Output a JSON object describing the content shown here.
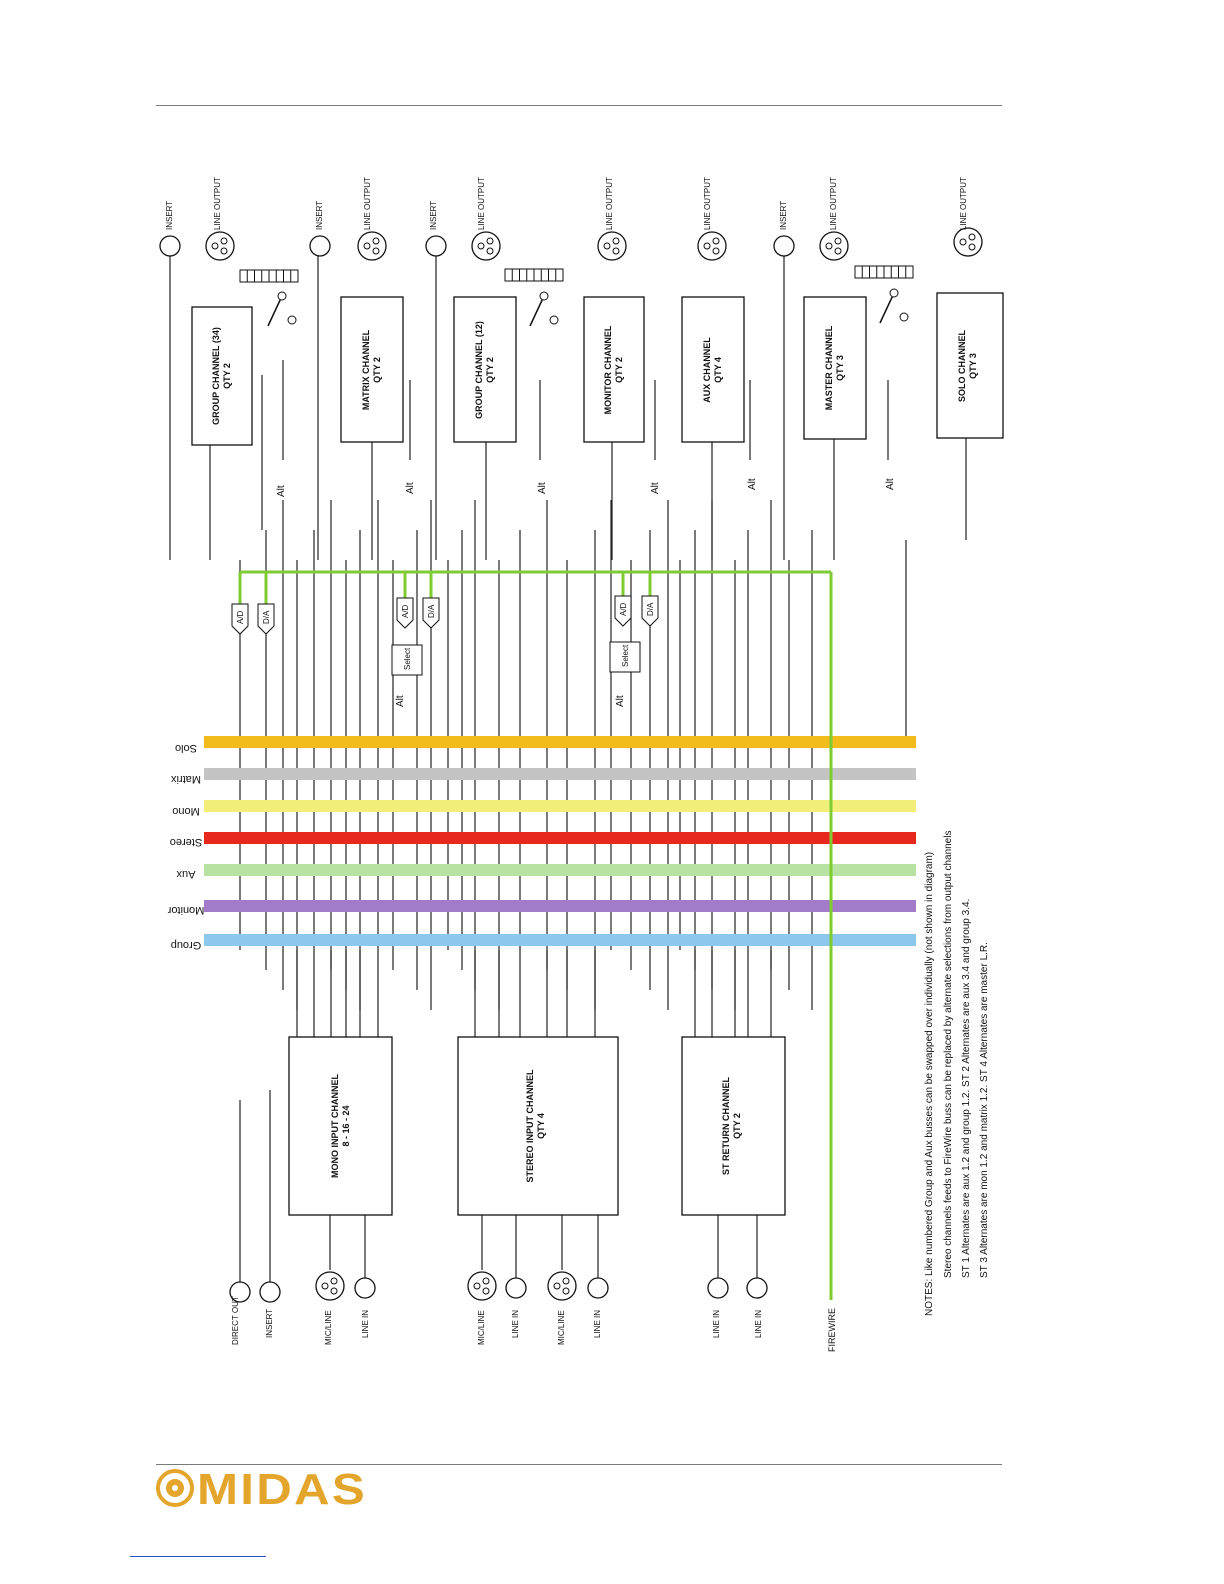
{
  "buses": [
    {
      "label": "Solo",
      "color": "#f2bd1a"
    },
    {
      "label": "Matrix",
      "color": "#c4c4c4"
    },
    {
      "label": "Mono",
      "color": "#f1ef7a"
    },
    {
      "label": "Stereo",
      "color": "#e8281e"
    },
    {
      "label": "Aux",
      "color": "#b9e3a3"
    },
    {
      "label": "Monitor",
      "color": "#a27bc9"
    },
    {
      "label": "Group",
      "color": "#8ec7ee"
    }
  ],
  "firewire_color": "#7fcc32",
  "output_channels": [
    {
      "title": "GROUP CHANNEL (34)",
      "qty": "QTY 2"
    },
    {
      "title": "MATRIX CHANNEL",
      "qty": "QTY 2"
    },
    {
      "title": "GROUP CHANNEL (12)",
      "qty": "QTY 2"
    },
    {
      "title": "MONITOR CHANNEL",
      "qty": "QTY 2"
    },
    {
      "title": "AUX CHANNEL",
      "qty": "QTY 4"
    },
    {
      "title": "MASTER CHANNEL",
      "qty": "QTY 3"
    },
    {
      "title": "SOLO CHANNEL",
      "qty": "QTY 3"
    }
  ],
  "input_channels": [
    {
      "title": "MONO INPUT CHANNEL",
      "qty": "8 - 16 - 24"
    },
    {
      "title": "STEREO INPUT CHANNEL",
      "qty": "QTY 4"
    },
    {
      "title": "ST RETURN CHANNEL",
      "qty": "QTY 2"
    }
  ],
  "labels": {
    "insert": "INSERT",
    "line_output": "LINE OUTPUT",
    "alt": "Alt",
    "ad": "A/D",
    "da": "D/A",
    "select": "Select",
    "direct_out": "DIRECT OUT",
    "mic_line": "MIC/LINE",
    "line_in": "LINE IN",
    "firewire": "FIREWIRE"
  },
  "notes": [
    "NOTES: Like numbered Group and Aux busses can be swapped over individually (not shown in diagram)",
    "Stereo channels feeds to FireWire buss can be replaced by alternate selections from output channels",
    "ST 1 Alternates are aux 1.2 and group 1.2.   ST 2 Alternates are aux 3.4 and group 3.4.",
    "ST 3 Alternates are mon 1.2 and matrix 1.2.   ST 4 Alternates are master L.R."
  ],
  "logo": "MIDAS"
}
